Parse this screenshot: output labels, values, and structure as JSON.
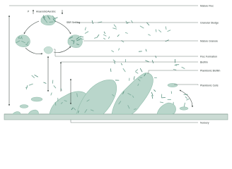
{
  "labels": {
    "mature_floc": "Mature Floc",
    "granular_sludge": "Granular Sludge",
    "mature_granule": "Mature Granule",
    "floc_formation": "Floc Formation",
    "biofilm": "Biofilm",
    "planktonic_biofilm": "Planktonic Biofilm",
    "planktonic_cells": "Planktonic Cells",
    "nursery": "Nursery",
    "anaerobic_aerobic": "Anaerobic/Aerobic",
    "sbr_settling": "SBR Settling",
    "p_symbol": "P"
  },
  "colors": {
    "background": "#ffffff",
    "floc_fill": "#b9d6cb",
    "floc_edge": "#8fbcaa",
    "cell": "#7fae9e",
    "cell_dark": "#4f8a77",
    "carrier_fill": "#cbdbd4",
    "carrier_edge": "#8ea79c",
    "leader_line": "#5f6b66",
    "text": "#2f3a36"
  }
}
